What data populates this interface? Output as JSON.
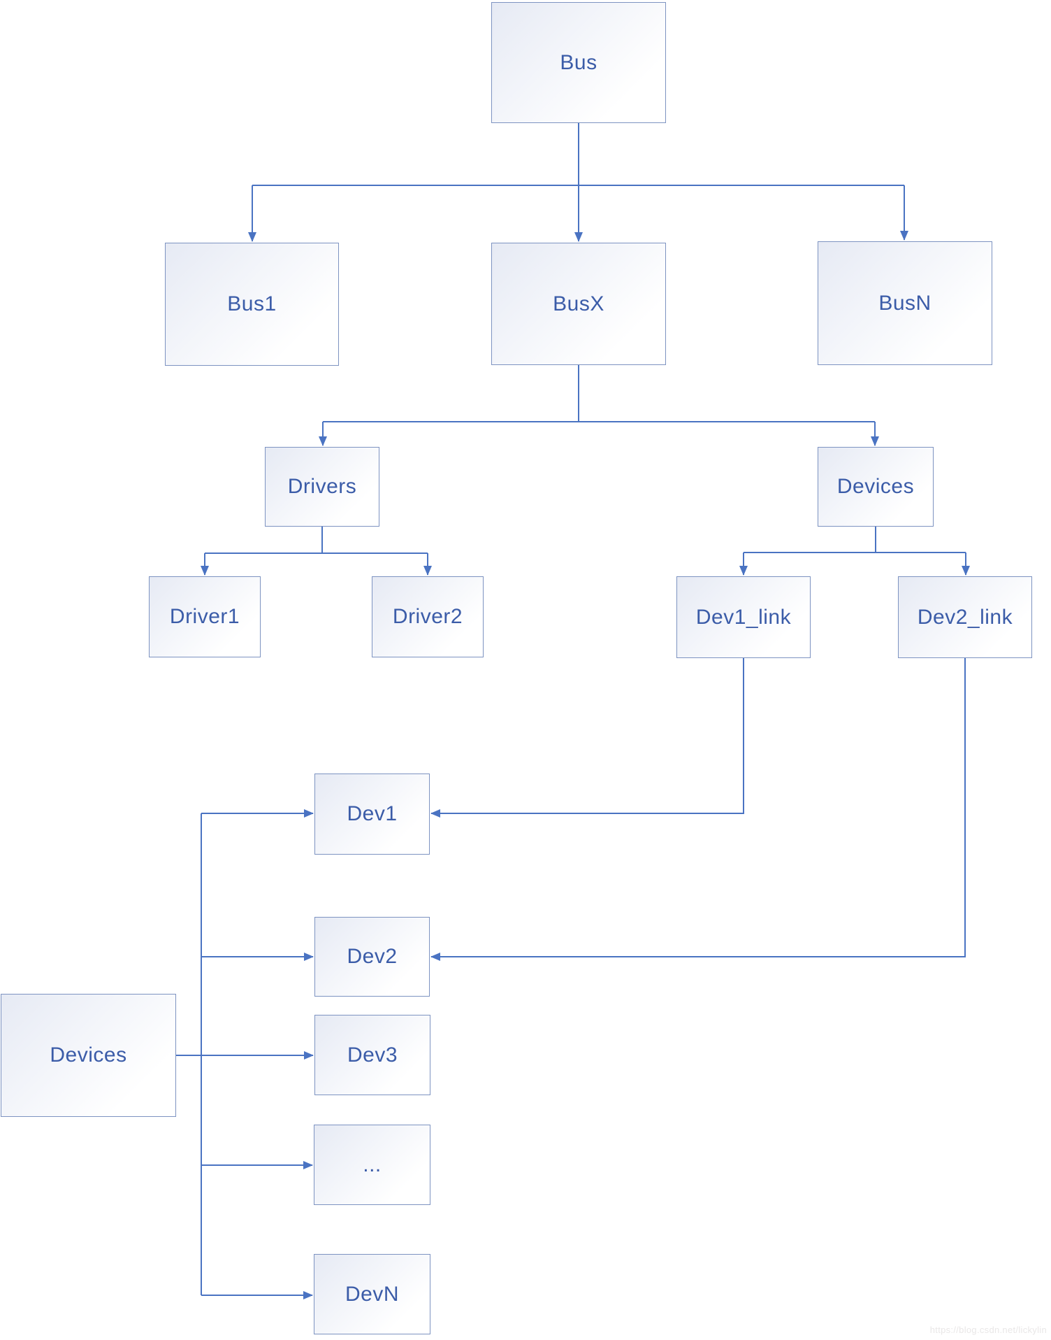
{
  "diagram": {
    "nodes": {
      "bus": {
        "label": "Bus"
      },
      "bus1": {
        "label": "Bus1"
      },
      "busx": {
        "label": "BusX"
      },
      "busn": {
        "label": "BusN"
      },
      "drivers": {
        "label": "Drivers"
      },
      "devices_top": {
        "label": "Devices"
      },
      "driver1": {
        "label": "Driver1"
      },
      "driver2": {
        "label": "Driver2"
      },
      "dev1_link": {
        "label": "Dev1_link"
      },
      "dev2_link": {
        "label": "Dev2_link"
      },
      "dev1": {
        "label": "Dev1"
      },
      "dev2": {
        "label": "Dev2"
      },
      "dev3": {
        "label": "Dev3"
      },
      "dev_ellipsis": {
        "label": "..."
      },
      "devn": {
        "label": "DevN"
      },
      "devices_left": {
        "label": "Devices"
      }
    },
    "edges": [
      {
        "from": "Bus",
        "to": "Bus1"
      },
      {
        "from": "Bus",
        "to": "BusX"
      },
      {
        "from": "Bus",
        "to": "BusN"
      },
      {
        "from": "BusX",
        "to": "Drivers"
      },
      {
        "from": "BusX",
        "to": "Devices"
      },
      {
        "from": "Drivers",
        "to": "Driver1"
      },
      {
        "from": "Drivers",
        "to": "Driver2"
      },
      {
        "from": "Devices",
        "to": "Dev1_link"
      },
      {
        "from": "Devices",
        "to": "Dev2_link"
      },
      {
        "from": "Dev1_link",
        "to": "Dev1"
      },
      {
        "from": "Dev2_link",
        "to": "Dev2"
      },
      {
        "from": "Devices (left)",
        "to": "Dev1"
      },
      {
        "from": "Devices (left)",
        "to": "Dev2"
      },
      {
        "from": "Devices (left)",
        "to": "Dev3"
      },
      {
        "from": "Devices (left)",
        "to": "..."
      },
      {
        "from": "Devices (left)",
        "to": "DevN"
      }
    ]
  },
  "colors": {
    "connector": "#4a73c2",
    "node_border": "#7d93c1",
    "node_text": "#3b5ca8",
    "node_fill_start": "#e6eaf4",
    "node_fill_end": "#ffffff",
    "watermark_text": "#e9e7e7"
  },
  "watermark": {
    "text": "https://blog.csdn.net/lickylin"
  }
}
